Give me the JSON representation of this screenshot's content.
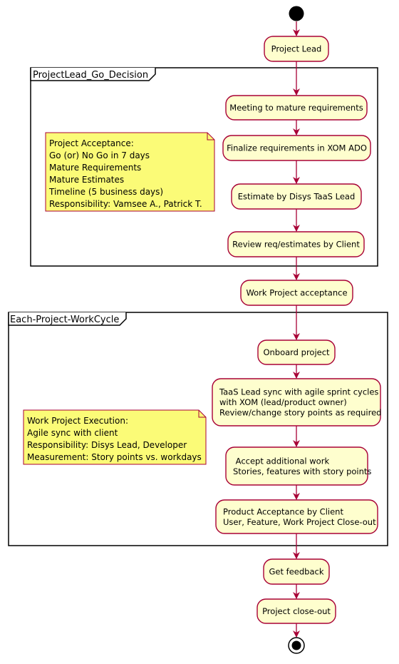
{
  "colors": {
    "activity_fill": "#FEFECE",
    "activity_stroke": "#A80036",
    "arrow": "#A80036",
    "note_fill": "#FBFB77",
    "note_stroke": "#A80036",
    "partition_stroke": "#000000",
    "node": "#000000"
  },
  "partitions": [
    {
      "title": "ProjectLead_Go_Decision"
    },
    {
      "title": "Each-Project-WorkCycle"
    }
  ],
  "activities": [
    {
      "lines": [
        "Project Lead"
      ]
    },
    {
      "lines": [
        "Meeting to mature requirements"
      ]
    },
    {
      "lines": [
        "Finalize requirements in XOM ADO"
      ]
    },
    {
      "lines": [
        "Estimate by Disys TaaS Lead"
      ]
    },
    {
      "lines": [
        "Review req/estimates by Client"
      ]
    },
    {
      "lines": [
        "Work Project acceptance"
      ]
    },
    {
      "lines": [
        "Onboard project"
      ]
    },
    {
      "lines": [
        "TaaS Lead sync with agile sprint cycles",
        "with XOM (lead/product owner)",
        "Review/change story points as required"
      ]
    },
    {
      "lines": [
        " Accept additional work",
        "Stories, features with story points"
      ]
    },
    {
      "lines": [
        "Product Acceptance by Client",
        "User, Feature, Work Project Close-out"
      ]
    },
    {
      "lines": [
        "Get feedback"
      ]
    },
    {
      "lines": [
        "Project close-out"
      ]
    }
  ],
  "notes": [
    {
      "lines": [
        "Project Acceptance:",
        "Go (or) No Go in 7 days",
        "Mature Requirements",
        "Mature Estimates",
        "Timeline (5 business days)",
        "Responsibility: Vamsee A., Patrick T."
      ]
    },
    {
      "lines": [
        "Work Project Execution:",
        "Agile sync with client",
        "Responsibility: Disys Lead, Developer",
        "Measurement: Story points vs. workdays"
      ]
    }
  ]
}
